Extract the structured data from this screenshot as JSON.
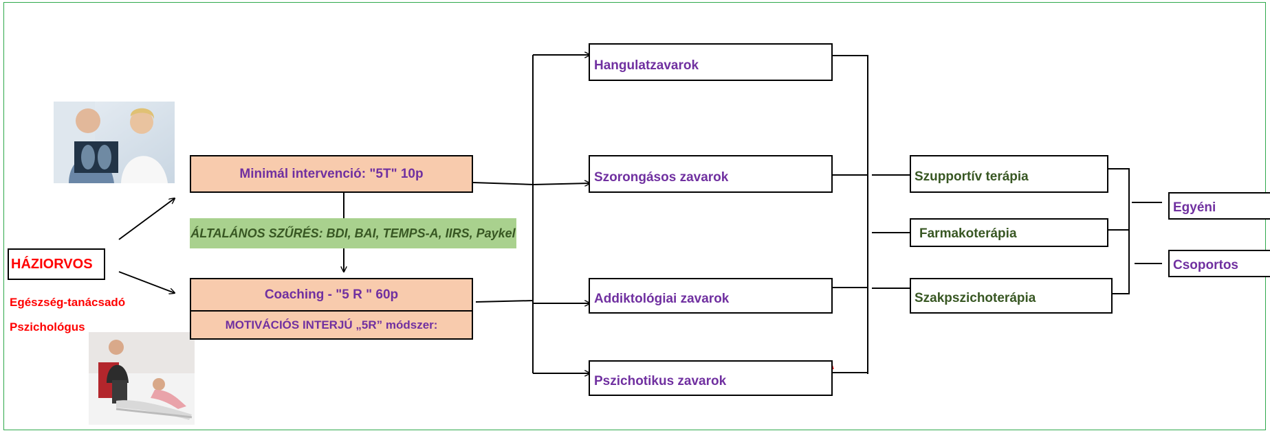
{
  "start": {
    "title": "HÁZIORVOS",
    "subtitle_1": "Egészség-tanácsadó",
    "subtitle_2": "Pszichológus"
  },
  "interventions": {
    "minimal": "Minimál intervenció: \"5T\" 10p",
    "screening": "ÁLTALÁNOS SZŰRÉS: BDI, BAI, TEMPS-A, IIRS, Paykel",
    "coaching": "Coaching -  \"5 R \" 60p",
    "motivational": "MOTIVÁCIÓS INTERJÚ „5R” módszer:"
  },
  "conditions": [
    "Hangulatzavarok",
    "Szorongásos zavarok",
    "Addiktológiai zavarok",
    "Pszichotikus zavarok"
  ],
  "therapies": [
    "Szupportív terápia",
    "Farmakoterápia",
    "Szakpszichoterápia"
  ],
  "modes": [
    "Egyéni",
    "Csoportos"
  ],
  "images": {
    "doctor_patient": "doctor-patient-xray-photo",
    "therapy_session": "psychotherapy-session-photo"
  },
  "colors": {
    "frame": "#2da84a",
    "peach": "#f8cbad",
    "screening_green": "#a9d18e",
    "purple_text": "#7030a0",
    "green_text": "#385723",
    "red_text": "#ff0000"
  }
}
